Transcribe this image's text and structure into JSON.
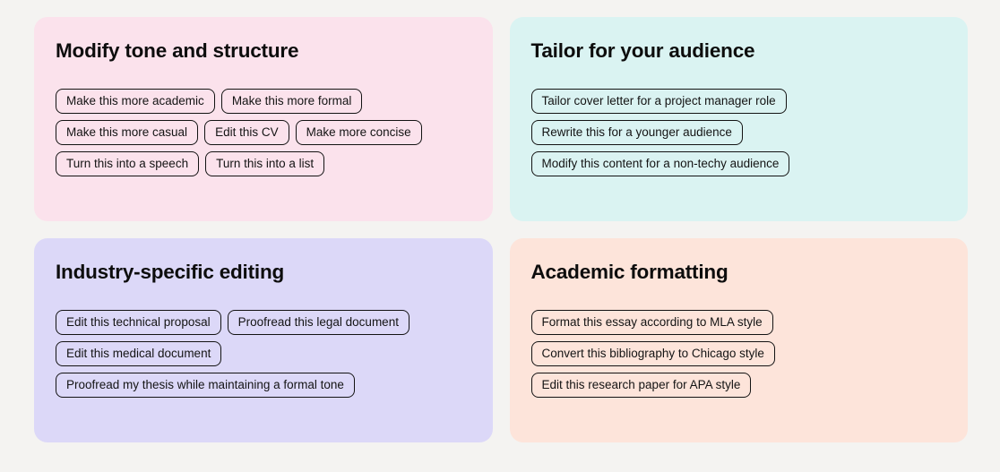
{
  "page": {
    "background_color": "#f4f3f1"
  },
  "cards": [
    {
      "id": "modify-tone-and-structure",
      "title": "Modify tone and structure",
      "color": "#fbe2ec",
      "chips": [
        "Make this more academic",
        "Make this more formal",
        "Make this more casual",
        "Edit this CV",
        "Make more concise",
        "Turn this into a speech",
        "Turn this into a list"
      ]
    },
    {
      "id": "tailor-for-your-audience",
      "title": "Tailor for your audience",
      "color": "#daf3f2",
      "chips": [
        "Tailor cover letter for a project manager role",
        "Rewrite this for a younger audience",
        "Modify this content for a non-techy audience"
      ]
    },
    {
      "id": "industry-specific-editing",
      "title": "Industry-specific editing",
      "color": "#dcd8f8",
      "chips": [
        "Edit this technical proposal",
        "Proofread this legal document",
        "Edit this medical document",
        "Proofread my thesis while maintaining a formal tone"
      ]
    },
    {
      "id": "academic-formatting",
      "title": "Academic formatting",
      "color": "#fde4da",
      "chips": [
        "Format this essay according to MLA style",
        "Convert this bibliography to Chicago style",
        "Edit this research paper for APA style"
      ]
    }
  ]
}
